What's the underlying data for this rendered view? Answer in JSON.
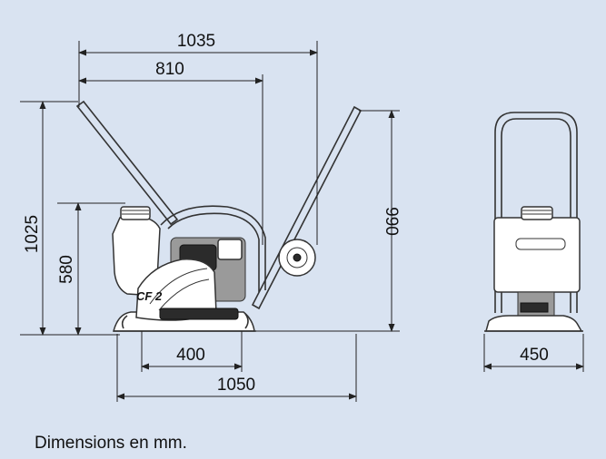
{
  "dimensions": {
    "overall_length": "1035",
    "handle_to_wheel": "810",
    "overall_height": "1025",
    "machine_height": "580",
    "handle_height": "990",
    "plate_width": "400",
    "plate_length": "1050",
    "front_width": "450"
  },
  "model_label": "CF 2",
  "caption": "Dimensions en mm.",
  "colors": {
    "background": "#d9e3f1",
    "line": "#333333"
  }
}
